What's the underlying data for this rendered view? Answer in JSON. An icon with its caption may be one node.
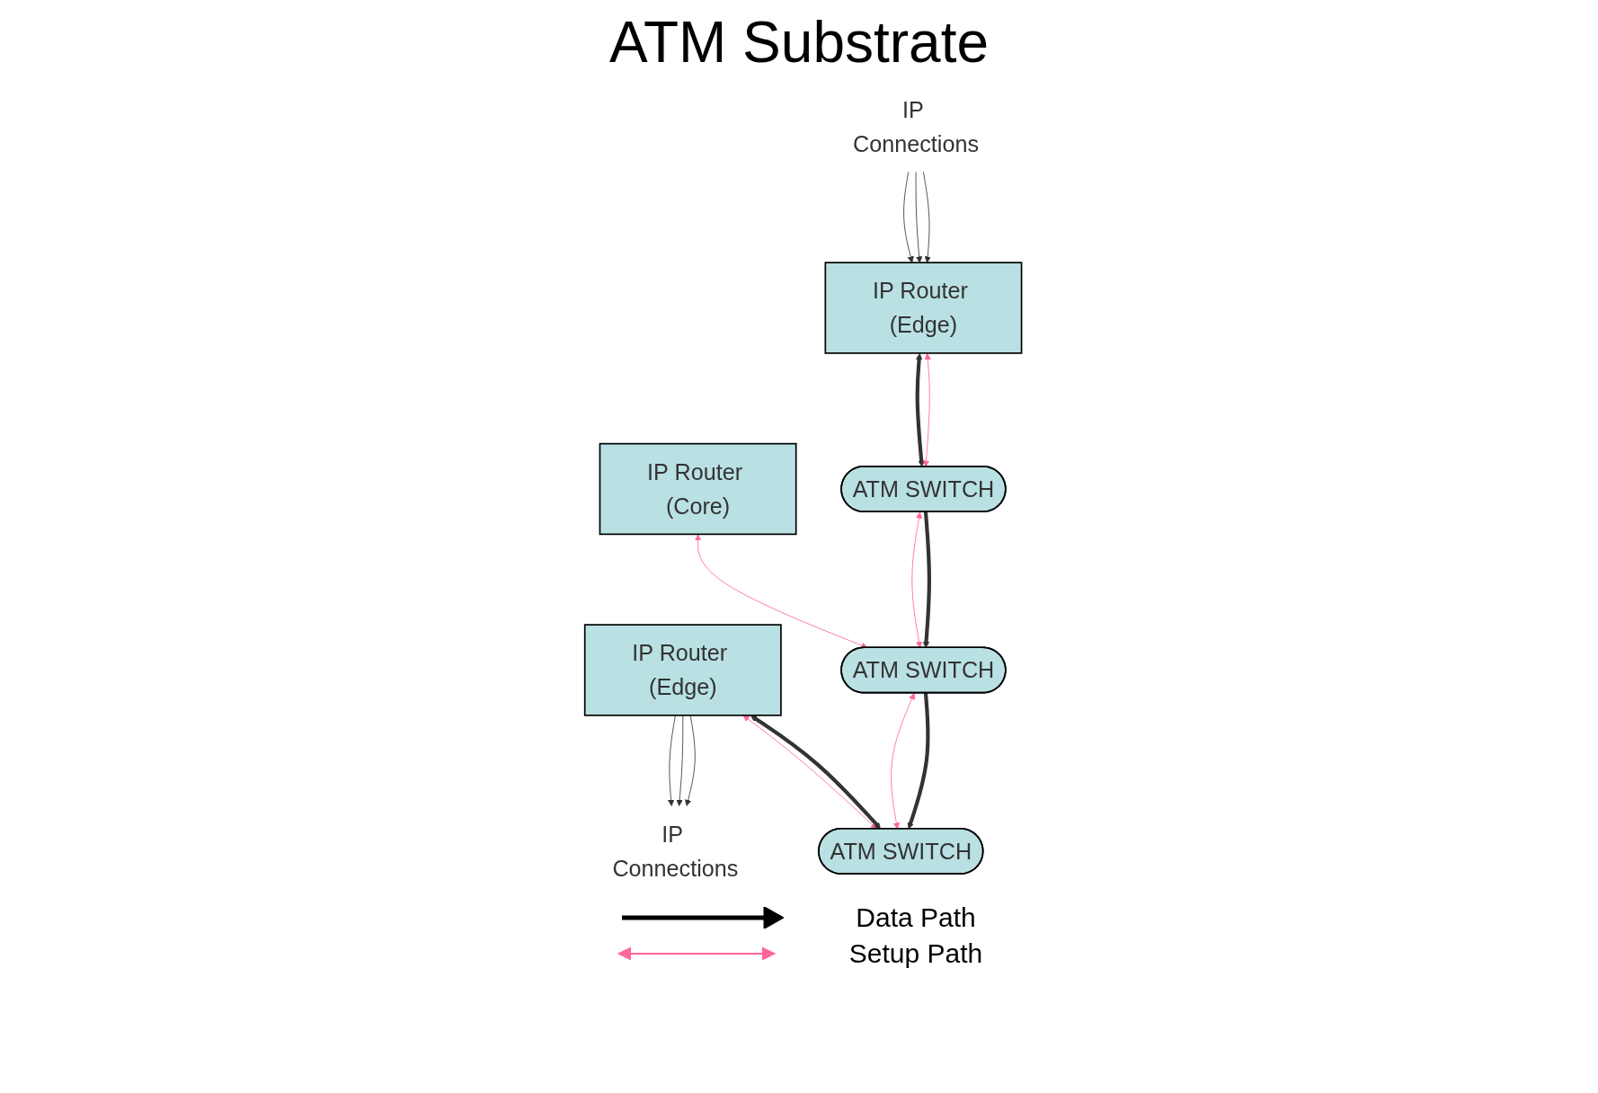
{
  "diagram": {
    "title": "ATM Substrate",
    "nodes": [
      {
        "text": [
          "IP Connections"
        ]
      },
      {
        "text": [
          "IP Connections"
        ]
      },
      {
        "text": [
          "IP Router (Edge)"
        ]
      },
      {
        "text": [
          "IP Router (Core)"
        ]
      },
      {
        "text": [
          "IP Router (Edge)"
        ]
      },
      {
        "text": [
          "ATM SWITCH"
        ]
      },
      {
        "text": [
          "ATM SWITCH"
        ]
      },
      {
        "text": [
          "ATM SWITCH"
        ]
      }
    ],
    "edges": [
      {
        "from": 0,
        "to": 2,
        "arrow": "to"
      },
      {
        "from": 0,
        "to": 2,
        "arrow": "to"
      },
      {
        "from": 0,
        "to": 2,
        "arrow": "to"
      },
      {
        "from": 4,
        "to": 1,
        "arrow": "to"
      },
      {
        "from": 4,
        "to": 1,
        "arrow": "to"
      },
      {
        "from": 4,
        "to": 1,
        "arrow": "to"
      },
      {
        "from": 2,
        "to": 5,
        "arrow": "both",
        "style": "thick"
      },
      {
        "from": 2,
        "to": 5,
        "arrow": "both",
        "color": "#ff6699"
      },
      {
        "from": 3,
        "to": 6,
        "arrow": "both",
        "color": "#ff6699"
      },
      {
        "from": 4,
        "to": 7,
        "arrow": "both",
        "color": "#ff6699"
      },
      {
        "from": 4,
        "to": 7,
        "arrow": "both",
        "style": "thick"
      },
      {
        "from": 5,
        "to": 6,
        "arrow": "both",
        "color": "#ff6699"
      },
      {
        "from": 5,
        "to": 6,
        "arrow": "to",
        "style": "thick"
      },
      {
        "from": 6,
        "to": 7,
        "arrow": "both",
        "color": "#ff6699"
      },
      {
        "from": 6,
        "to": 7,
        "arrow": "to",
        "style": "thick"
      }
    ],
    "legend": [
      {
        "text": "Data Path"
      },
      {
        "text": "Setup Path"
      }
    ]
  }
}
